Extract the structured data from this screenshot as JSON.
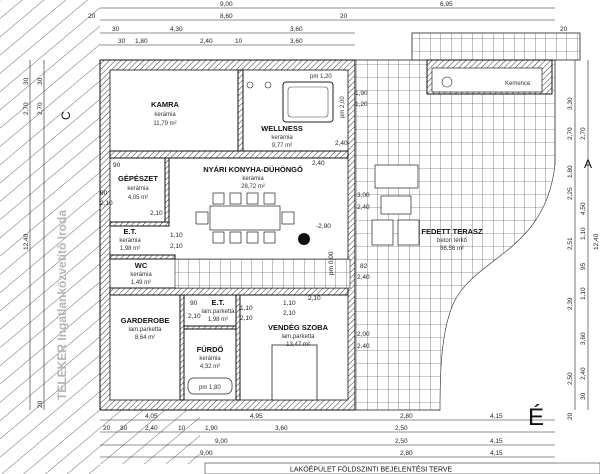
{
  "rooms": {
    "kamra": {
      "name": "KAMRA",
      "floor": "kerámia",
      "area": "11,79 m²"
    },
    "wellness": {
      "name": "WELLNESS",
      "floor": "kerámia",
      "area": "9,77 m²"
    },
    "gepeszet": {
      "name": "GÉPÉSZET",
      "floor": "kerámia",
      "area": "4,05 m²"
    },
    "konyha": {
      "name": "NYÁRI KONYHA-DÜHÖNGŐ",
      "floor": "kerámia",
      "area": "28,72 m²"
    },
    "et1": {
      "name": "E.T.",
      "floor": "kerámia",
      "area": "1,98 m²"
    },
    "wc": {
      "name": "WC",
      "floor": "kerámia",
      "area": "1,49 m²"
    },
    "garderobe": {
      "name": "GARDEROBE",
      "floor": "lam.parketta",
      "area": "8,64 m²"
    },
    "et2": {
      "name": "E.T.",
      "floor": "lam.parketta",
      "area": "1,98 m²"
    },
    "furdo": {
      "name": "FÜRDŐ",
      "floor": "kerámia",
      "area": "4,32 m²"
    },
    "vendeg": {
      "name": "VENDÉG SZOBA",
      "floor": "lam.parketta",
      "area": "13,47 m²"
    },
    "terasz": {
      "name": "FEDETT TERASZ",
      "floor": "beton térkő",
      "area": "66,56 m²"
    }
  },
  "labels": {
    "kemence": "Kemence",
    "level": "-2,90",
    "pm_zero": "pm 0,00",
    "pm_180": "pm 1,80",
    "pm_120": "pm 1,20",
    "pm_200": "pm 2,00",
    "section_c": "C",
    "section_a": "A",
    "north": "É",
    "title_block": "LAKÓÉPÜLET FÖLDSZINTI BEJELENTÉSI TERVE",
    "watermark": "TELEKER Ingatlanközvetítő Iroda"
  },
  "dims": {
    "top": [
      "6,95",
      "9,00",
      "8,60",
      "4,30",
      "3,60",
      "1,80",
      "2,40",
      "3,60",
      "20",
      "30",
      "10",
      "20",
      "30",
      "20"
    ],
    "bottom": [
      "4,05",
      "4,95",
      "2,80",
      "4,15",
      "2,40",
      "1,90",
      "3,60",
      "2,50",
      "9,00",
      "2,50",
      "4,15",
      "9,00",
      "2,80",
      "4,15",
      "20",
      "30",
      "10"
    ],
    "right": [
      "3,30",
      "2,70",
      "2,70",
      "1,80",
      "2,25",
      "4,50",
      "2,51",
      "1,10",
      "95",
      "2,39",
      "1,10",
      "3,60",
      "2,50",
      "2,40",
      "12,40",
      "30",
      "20"
    ],
    "left": [
      "2,70",
      "2,70",
      "30",
      "30",
      "12,40",
      "20"
    ],
    "openings": [
      "1,90",
      "1,20",
      "2,40",
      "3,00",
      "2,40",
      "82",
      "2,40",
      "2,00",
      "2,40",
      "1,10",
      "2,10",
      "1,10",
      "2,10",
      "90",
      "2,10",
      "90",
      "2,10",
      "2,10",
      "90",
      "2,10",
      "1,10",
      "2,10",
      "2,40"
    ]
  }
}
